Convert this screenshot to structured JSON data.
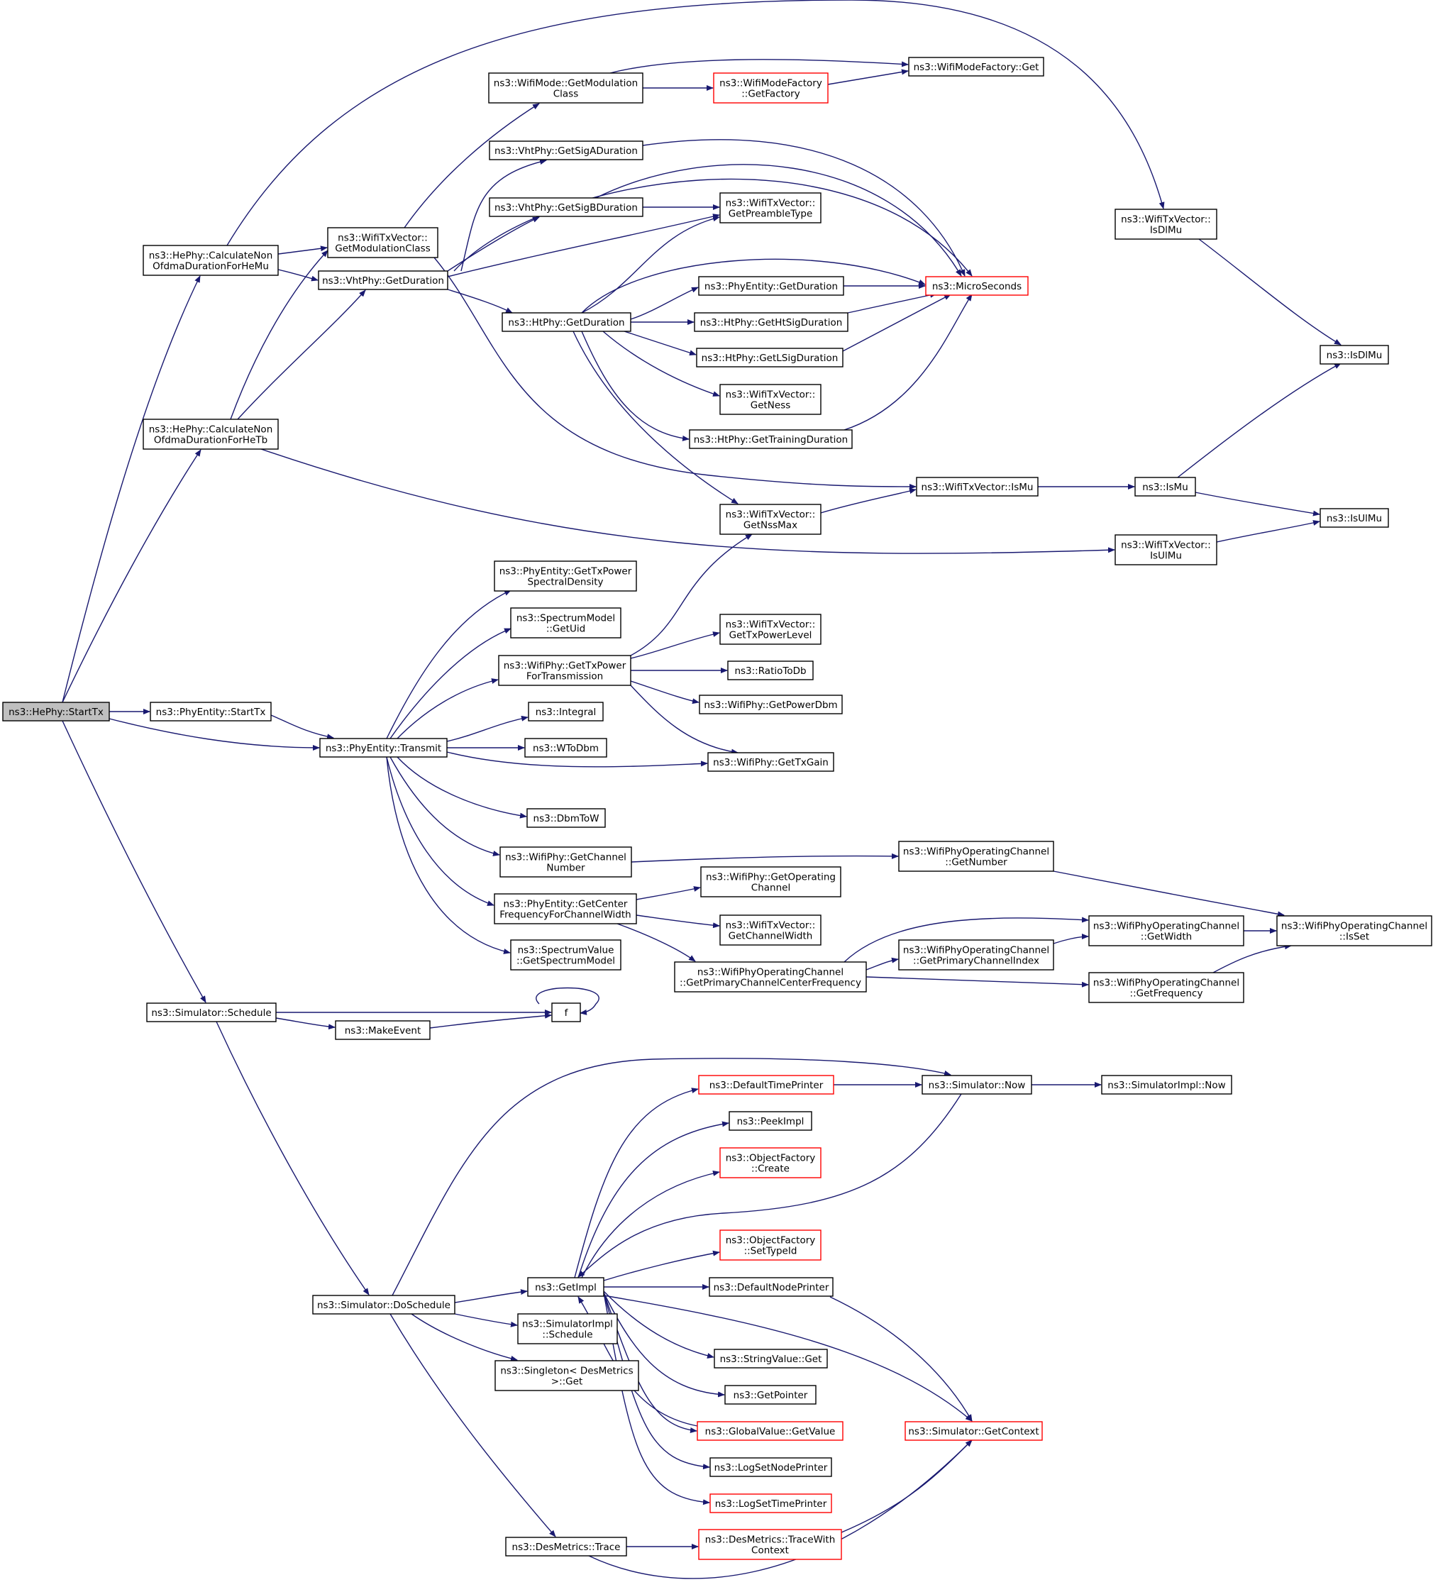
{
  "colors": {
    "edge": "#191970",
    "node_border": "#000000",
    "node_border_incomplete": "#ff0000",
    "root_fill": "#bfbfbf"
  },
  "nodes": [
    {
      "id": "startTx",
      "lines": [
        "ns3::HePhy::StartTx"
      ],
      "root": true
    },
    {
      "id": "calcHeMu",
      "lines": [
        "ns3::HePhy::CalculateNon",
        "OfdmaDurationForHeMu"
      ]
    },
    {
      "id": "calcHeTb",
      "lines": [
        "ns3::HePhy::CalculateNon",
        "OfdmaDurationForHeTb"
      ]
    },
    {
      "id": "peStartTx",
      "lines": [
        "ns3::PhyEntity::StartTx"
      ]
    },
    {
      "id": "transmit",
      "lines": [
        "ns3::PhyEntity::Transmit"
      ]
    },
    {
      "id": "schedule",
      "lines": [
        "ns3::Simulator::Schedule"
      ]
    },
    {
      "id": "doSchedule",
      "lines": [
        "ns3::Simulator::DoSchedule"
      ]
    },
    {
      "id": "makeEvent",
      "lines": [
        "ns3::MakeEvent"
      ]
    },
    {
      "id": "f",
      "lines": [
        "f"
      ]
    },
    {
      "id": "txvGetModClass",
      "lines": [
        "ns3::WifiTxVector::",
        "GetModulationClass"
      ]
    },
    {
      "id": "vhtGetDuration",
      "lines": [
        "ns3::VhtPhy::GetDuration"
      ]
    },
    {
      "id": "wmGetModClass",
      "lines": [
        "ns3::WifiMode::GetModulation",
        "Class"
      ]
    },
    {
      "id": "wmfGetFactory",
      "lines": [
        "ns3::WifiModeFactory",
        "::GetFactory"
      ],
      "red": true
    },
    {
      "id": "wmfGet",
      "lines": [
        "ns3::WifiModeFactory::Get"
      ]
    },
    {
      "id": "vhtSigA",
      "lines": [
        "ns3::VhtPhy::GetSigADuration"
      ]
    },
    {
      "id": "vhtSigB",
      "lines": [
        "ns3::VhtPhy::GetSigBDuration"
      ]
    },
    {
      "id": "getPreambleType",
      "lines": [
        "ns3::WifiTxVector::",
        "GetPreambleType"
      ]
    },
    {
      "id": "isDlMuTxv",
      "lines": [
        "ns3::WifiTxVector::",
        "IsDlMu"
      ]
    },
    {
      "id": "microSeconds",
      "lines": [
        "ns3::MicroSeconds"
      ],
      "red": true
    },
    {
      "id": "peGetDuration",
      "lines": [
        "ns3::PhyEntity::GetDuration"
      ]
    },
    {
      "id": "htGetDuration",
      "lines": [
        "ns3::HtPhy::GetDuration"
      ]
    },
    {
      "id": "htSig",
      "lines": [
        "ns3::HtPhy::GetHtSigDuration"
      ]
    },
    {
      "id": "lSig",
      "lines": [
        "ns3::HtPhy::GetLSigDuration"
      ]
    },
    {
      "id": "getNess",
      "lines": [
        "ns3::WifiTxVector::",
        "GetNess"
      ]
    },
    {
      "id": "training",
      "lines": [
        "ns3::HtPhy::GetTrainingDuration"
      ]
    },
    {
      "id": "isDlMu",
      "lines": [
        "ns3::IsDlMu"
      ]
    },
    {
      "id": "txvIsMu",
      "lines": [
        "ns3::WifiTxVector::IsMu"
      ]
    },
    {
      "id": "isMu",
      "lines": [
        "ns3::IsMu"
      ]
    },
    {
      "id": "getNssMax",
      "lines": [
        "ns3::WifiTxVector::",
        "GetNssMax"
      ]
    },
    {
      "id": "isUlMu",
      "lines": [
        "ns3::IsUlMu"
      ]
    },
    {
      "id": "txvIsUlMu",
      "lines": [
        "ns3::WifiTxVector::",
        "IsUlMu"
      ]
    },
    {
      "id": "psd",
      "lines": [
        "ns3::PhyEntity::GetTxPower",
        "SpectralDensity"
      ]
    },
    {
      "id": "smGetUid",
      "lines": [
        "ns3::SpectrumModel",
        "::GetUid"
      ]
    },
    {
      "id": "txPowerForTx",
      "lines": [
        "ns3::WifiPhy::GetTxPower",
        "ForTransmission"
      ]
    },
    {
      "id": "txPowerLevel",
      "lines": [
        "ns3::WifiTxVector::",
        "GetTxPowerLevel"
      ]
    },
    {
      "id": "ratioToDb",
      "lines": [
        "ns3::RatioToDb"
      ]
    },
    {
      "id": "getPowerDbm",
      "lines": [
        "ns3::WifiPhy::GetPowerDbm"
      ]
    },
    {
      "id": "integral",
      "lines": [
        "ns3::Integral"
      ]
    },
    {
      "id": "wToDbm",
      "lines": [
        "ns3::WToDbm"
      ]
    },
    {
      "id": "getTxGain",
      "lines": [
        "ns3::WifiPhy::GetTxGain"
      ]
    },
    {
      "id": "dbmToW",
      "lines": [
        "ns3::DbmToW"
      ]
    },
    {
      "id": "getChannelNumber",
      "lines": [
        "ns3::WifiPhy::GetChannel",
        "Number"
      ]
    },
    {
      "id": "wpocGetNumber",
      "lines": [
        "ns3::WifiPhyOperatingChannel",
        "::GetNumber"
      ]
    },
    {
      "id": "getOperatingChannel",
      "lines": [
        "ns3::WifiPhy::GetOperating",
        "Channel"
      ]
    },
    {
      "id": "centerFreq",
      "lines": [
        "ns3::PhyEntity::GetCenter",
        "FrequencyForChannelWidth"
      ]
    },
    {
      "id": "getChannelWidth",
      "lines": [
        "ns3::WifiTxVector::",
        "GetChannelWidth"
      ]
    },
    {
      "id": "svGetSpectrumModel",
      "lines": [
        "ns3::SpectrumValue",
        "::GetSpectrumModel"
      ]
    },
    {
      "id": "primaryCenterFreq",
      "lines": [
        "ns3::WifiPhyOperatingChannel",
        "::GetPrimaryChannelCenterFrequency"
      ]
    },
    {
      "id": "primaryIndex",
      "lines": [
        "ns3::WifiPhyOperatingChannel",
        "::GetPrimaryChannelIndex"
      ]
    },
    {
      "id": "wpocGetWidth",
      "lines": [
        "ns3::WifiPhyOperatingChannel",
        "::GetWidth"
      ]
    },
    {
      "id": "wpocIsSet",
      "lines": [
        "ns3::WifiPhyOperatingChannel",
        "::IsSet"
      ]
    },
    {
      "id": "wpocGetFrequency",
      "lines": [
        "ns3::WifiPhyOperatingChannel",
        "::GetFrequency"
      ]
    },
    {
      "id": "defaultTimePrinter",
      "lines": [
        "ns3::DefaultTimePrinter"
      ],
      "red": true
    },
    {
      "id": "simNow",
      "lines": [
        "ns3::Simulator::Now"
      ]
    },
    {
      "id": "simImplNow",
      "lines": [
        "ns3::SimulatorImpl::Now"
      ]
    },
    {
      "id": "peekImpl",
      "lines": [
        "ns3::PeekImpl"
      ]
    },
    {
      "id": "ofCreate",
      "lines": [
        "ns3::ObjectFactory",
        "::Create"
      ],
      "red": true
    },
    {
      "id": "ofSetTypeId",
      "lines": [
        "ns3::ObjectFactory",
        "::SetTypeId"
      ],
      "red": true
    },
    {
      "id": "getImpl",
      "lines": [
        "ns3::GetImpl"
      ]
    },
    {
      "id": "defaultNodePrinter",
      "lines": [
        "ns3::DefaultNodePrinter"
      ]
    },
    {
      "id": "siSchedule",
      "lines": [
        "ns3::SimulatorImpl",
        "::Schedule"
      ]
    },
    {
      "id": "singletonGet",
      "lines": [
        "ns3::Singleton< DesMetrics",
        ">::Get"
      ]
    },
    {
      "id": "stringValueGet",
      "lines": [
        "ns3::StringValue::Get"
      ]
    },
    {
      "id": "getPointer",
      "lines": [
        "ns3::GetPointer"
      ]
    },
    {
      "id": "gvGetValue",
      "lines": [
        "ns3::GlobalValue::GetValue"
      ],
      "red": true
    },
    {
      "id": "getContext",
      "lines": [
        "ns3::Simulator::GetContext"
      ],
      "red": true
    },
    {
      "id": "logSetNodePrinter",
      "lines": [
        "ns3::LogSetNodePrinter"
      ]
    },
    {
      "id": "logSetTimePrinter",
      "lines": [
        "ns3::LogSetTimePrinter"
      ],
      "red": true
    },
    {
      "id": "dmTrace",
      "lines": [
        "ns3::DesMetrics::Trace"
      ]
    },
    {
      "id": "dmTraceWithContext",
      "lines": [
        "ns3::DesMetrics::TraceWith",
        "Context"
      ],
      "red": true
    }
  ]
}
